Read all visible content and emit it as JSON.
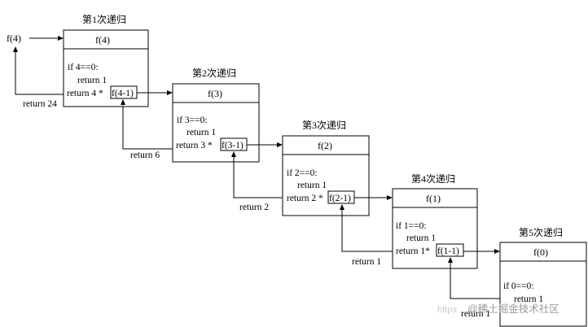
{
  "start_label": "f(4)",
  "first_return_label": "return 24",
  "frames": [
    {
      "title": "第1次递归",
      "header": "f(4)",
      "cond": "if 4==0:",
      "ret1": "return 1",
      "call_prefix": "return 4 *",
      "call": "f(4-1)"
    },
    {
      "title": "第2次递归",
      "header": "f(3)",
      "cond": "if 3==0:",
      "ret1": "return 1",
      "call_prefix": "return 3 *",
      "call": "f(3-1)"
    },
    {
      "title": "第3次递归",
      "header": "f(2)",
      "cond": "if 2==0:",
      "ret1": "return 1",
      "call_prefix": "return 2 *",
      "call": "f(2-1)"
    },
    {
      "title": "第4次递归",
      "header": "f(1)",
      "cond": "if 1==0:",
      "ret1": "return 1",
      "call_prefix": "return 1*",
      "call": "f(1-1)"
    },
    {
      "title": "第5次递归",
      "header": "f(0)",
      "cond": "if 0==0:",
      "ret1": "return 1"
    }
  ],
  "return_labels": [
    "return 6",
    "return 2",
    "return 1",
    "return 1"
  ],
  "watermark": "@稀土掘金技术社区",
  "watermark_faint": "https"
}
